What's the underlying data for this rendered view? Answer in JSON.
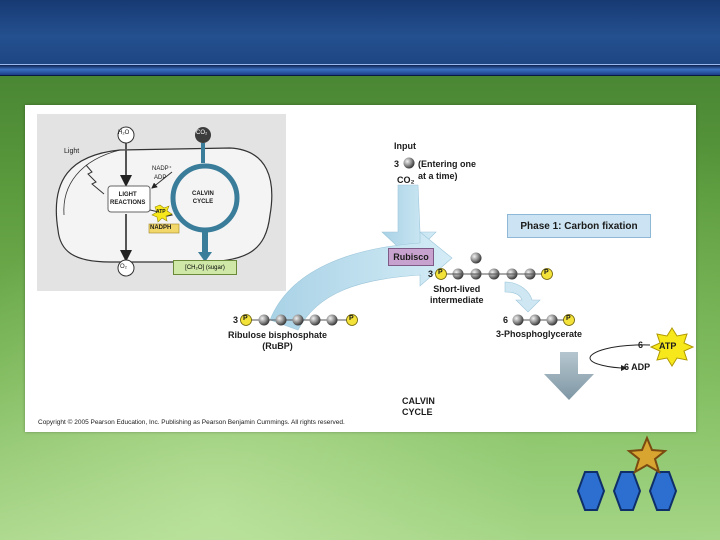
{
  "inset": {
    "h2o": "H₂O",
    "co2": "CO₂",
    "light": "Light",
    "nadp": "NADP⁺",
    "adp": "ADP",
    "pi": "P",
    "light_reactions": "LIGHT\nREACTIONS",
    "calvin_cycle": "CALVIN\nCYCLE",
    "atp": "ATP",
    "nadph": "NADPH",
    "o2": "O₂",
    "sugar": "[CH₂O] (sugar)"
  },
  "main": {
    "input_label": "Input",
    "input_count": "3",
    "entering": "(Entering one\nat a time)",
    "co2": "CO₂",
    "phase_title": "Phase 1: Carbon fixation",
    "rubisco": "Rubisco",
    "short_count": "3",
    "short_lived": "Short-lived\nintermediate",
    "rubp_count": "3",
    "rubp_label": "Ribulose bisphosphate\n(RuBP)",
    "pga_count": "6",
    "pga_label": "3-Phosphoglycerate",
    "atp_count": "6",
    "atp": "ATP",
    "adp": "6 ADP",
    "calvin_cycle": "CALVIN\nCYCLE",
    "phosphate": "P"
  },
  "copyright": "Copyright © 2005 Pearson Education, Inc. Publishing as Pearson Benjamin Cummings. All rights reserved.",
  "colors": {
    "header": "#1d4582",
    "arrow_blue": "#bfe0ee",
    "phosphate_yellow": "#f2e23a",
    "rubisco": "#c8a2cf",
    "phase_box": "#cbe3f2",
    "atp_burst": "#f7e81c"
  },
  "icons": [
    "star-icon",
    "hexagon-icon",
    "hexagon-icon",
    "hexagon-icon"
  ]
}
